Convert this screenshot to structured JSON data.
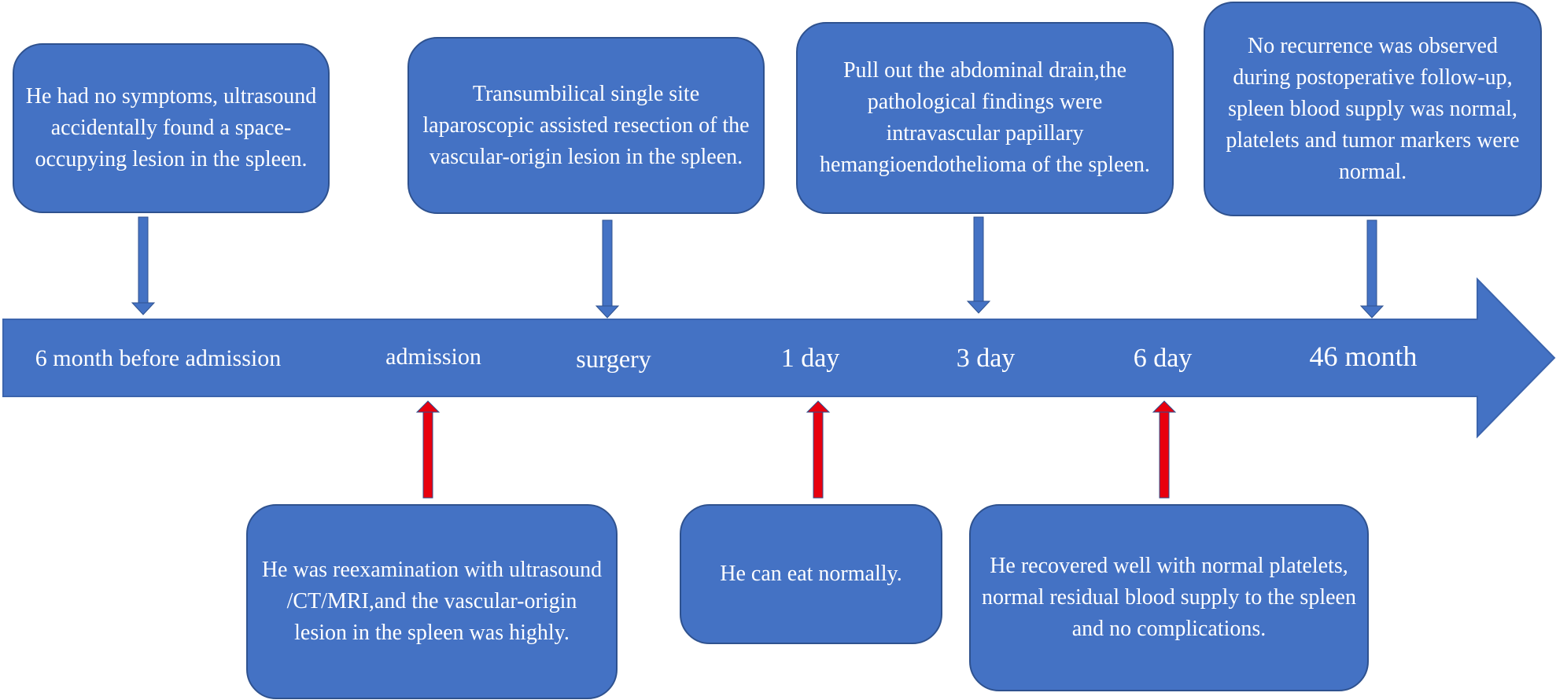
{
  "colors": {
    "box_fill": "#4472c4",
    "box_border": "#2f528f",
    "timeline": "#4472c4",
    "arrow_down": "#4472c4",
    "arrow_up": "#e8000f",
    "text": "#ffffff"
  },
  "timeline": {
    "ticks": [
      "6 month before  admission",
      "admission",
      "surgery",
      "1 day",
      "3 day",
      "6 day",
      "46 month"
    ]
  },
  "events_above": [
    "He had no symptoms, ultrasound accidentally found a space-occupying lesion in the spleen.",
    "Transumbilical single site laparoscopic assisted resection of  the vascular-origin lesion in the spleen.",
    "Pull out the abdominal drain,the pathological findings were intravascular papillary hemangioendothelioma of the spleen.",
    "No recurrence was observed during postoperative follow-up, spleen blood supply was normal, platelets and tumor markers were normal."
  ],
  "events_below": [
    "He was reexamination with ultrasound /CT/MRI,and the vascular-origin lesion in the spleen was highly.",
    "He can eat normally.",
    "He recovered well with normal platelets, normal residual blood supply to the spleen and no complications."
  ]
}
